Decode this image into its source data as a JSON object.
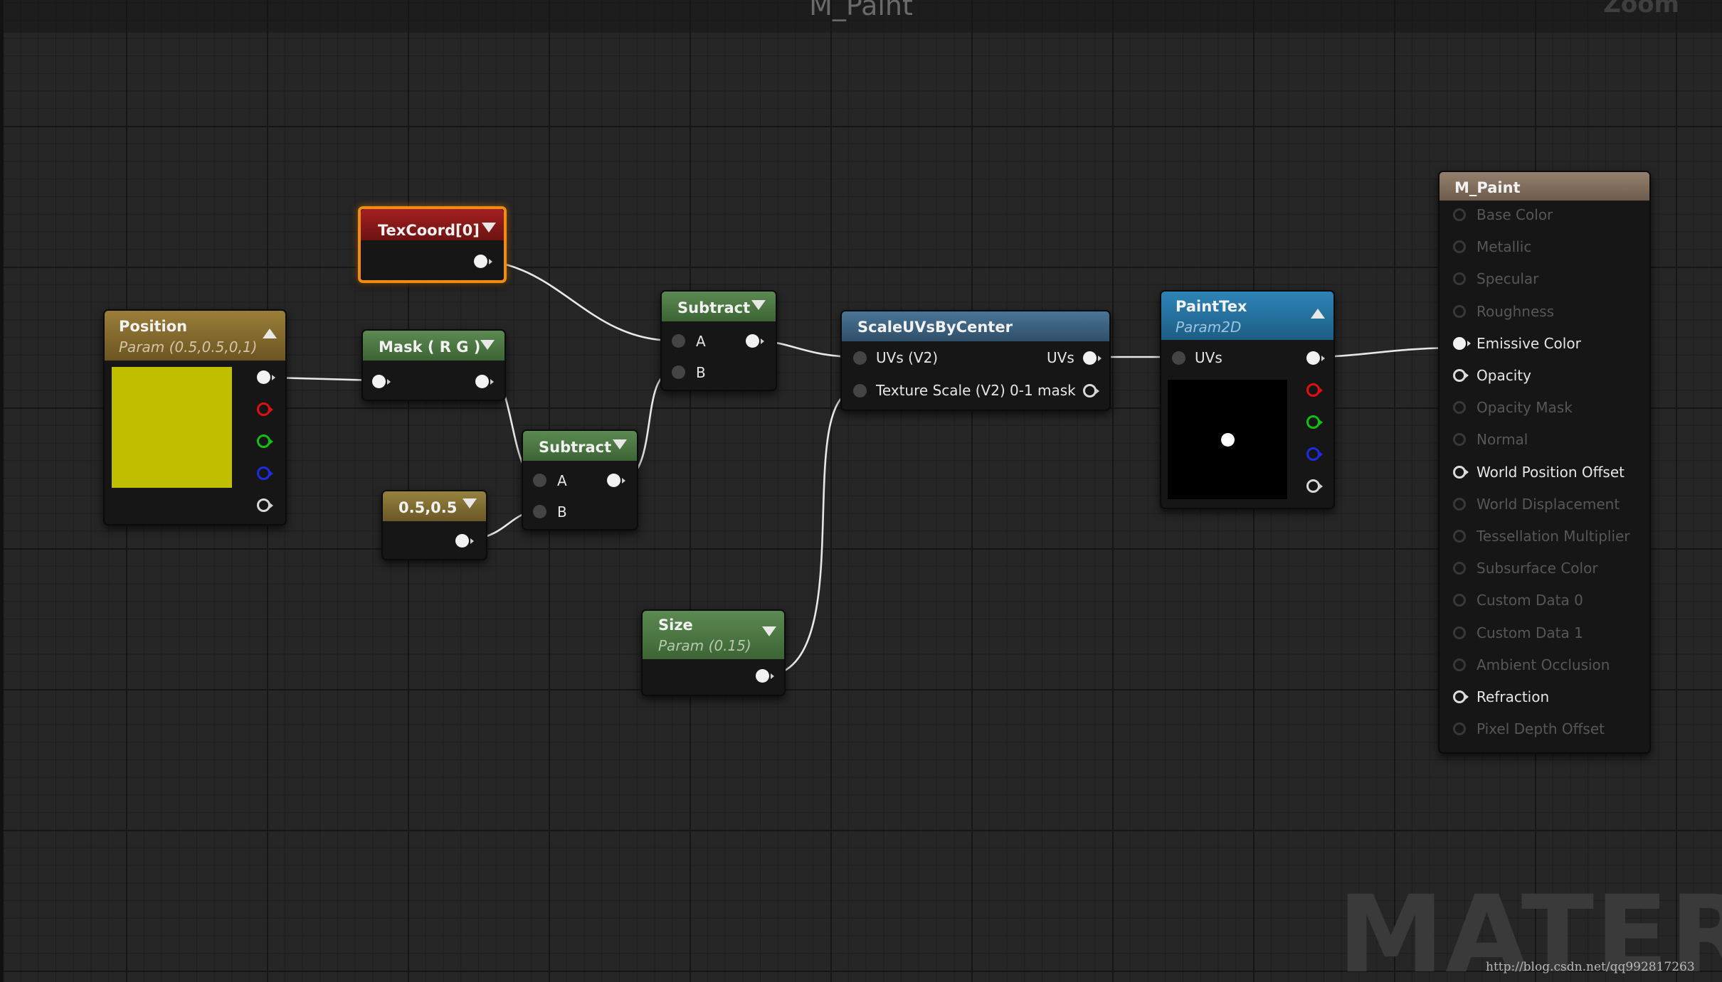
{
  "editor": {
    "title": "M_Paint",
    "zoom_label": "Zoom",
    "watermark": "MATERIAL",
    "url": "http://blog.csdn.net/qq992817263"
  },
  "colors": {
    "selection": "#ee8d12",
    "wire": "#e8e8e8",
    "position_swatch": "#bfbf00",
    "parameter_header": "#8c7330",
    "math_header": "#4f7a45",
    "texcoord_header": "#8a1a1a",
    "function_header": "#3e6481",
    "texture_header": "#2c7aa8",
    "material_header": "#857160"
  },
  "nodes": {
    "texcoord": {
      "title": "TexCoord[0]"
    },
    "position": {
      "title": "Position",
      "subtitle": "Param (0.5,0.5,0,1)"
    },
    "mask": {
      "title": "Mask ( R G )"
    },
    "subtract_top": {
      "title": "Subtract",
      "pin_a": "A",
      "pin_b": "B"
    },
    "subtract_mid": {
      "title": "Subtract",
      "pin_a": "A",
      "pin_b": "B"
    },
    "constant": {
      "title": "0.5,0.5"
    },
    "size": {
      "title": "Size",
      "subtitle": "Param (0.15)"
    },
    "scale_uvs": {
      "title": "ScaleUVsByCenter",
      "in_uvs": "UVs (V2)",
      "in_scale": "Texture Scale (V2)",
      "out_uvs": "UVs",
      "out_mask": "0-1 mask"
    },
    "painttex": {
      "title": "PaintTex",
      "subtitle": "Param2D",
      "in_uvs": "UVs"
    }
  },
  "material": {
    "title": "M_Paint",
    "inputs": [
      {
        "label": "Base Color",
        "state": "off"
      },
      {
        "label": "Metallic",
        "state": "off"
      },
      {
        "label": "Specular",
        "state": "off"
      },
      {
        "label": "Roughness",
        "state": "off"
      },
      {
        "label": "Emissive Color",
        "state": "connected"
      },
      {
        "label": "Opacity",
        "state": "available"
      },
      {
        "label": "Opacity Mask",
        "state": "off"
      },
      {
        "label": "Normal",
        "state": "off"
      },
      {
        "label": "World Position Offset",
        "state": "available"
      },
      {
        "label": "World Displacement",
        "state": "off"
      },
      {
        "label": "Tessellation Multiplier",
        "state": "off"
      },
      {
        "label": "Subsurface Color",
        "state": "off"
      },
      {
        "label": "Custom Data 0",
        "state": "off"
      },
      {
        "label": "Custom Data 1",
        "state": "off"
      },
      {
        "label": "Ambient Occlusion",
        "state": "off"
      },
      {
        "label": "Refraction",
        "state": "available"
      },
      {
        "label": "Pixel Depth Offset",
        "state": "off"
      }
    ]
  }
}
